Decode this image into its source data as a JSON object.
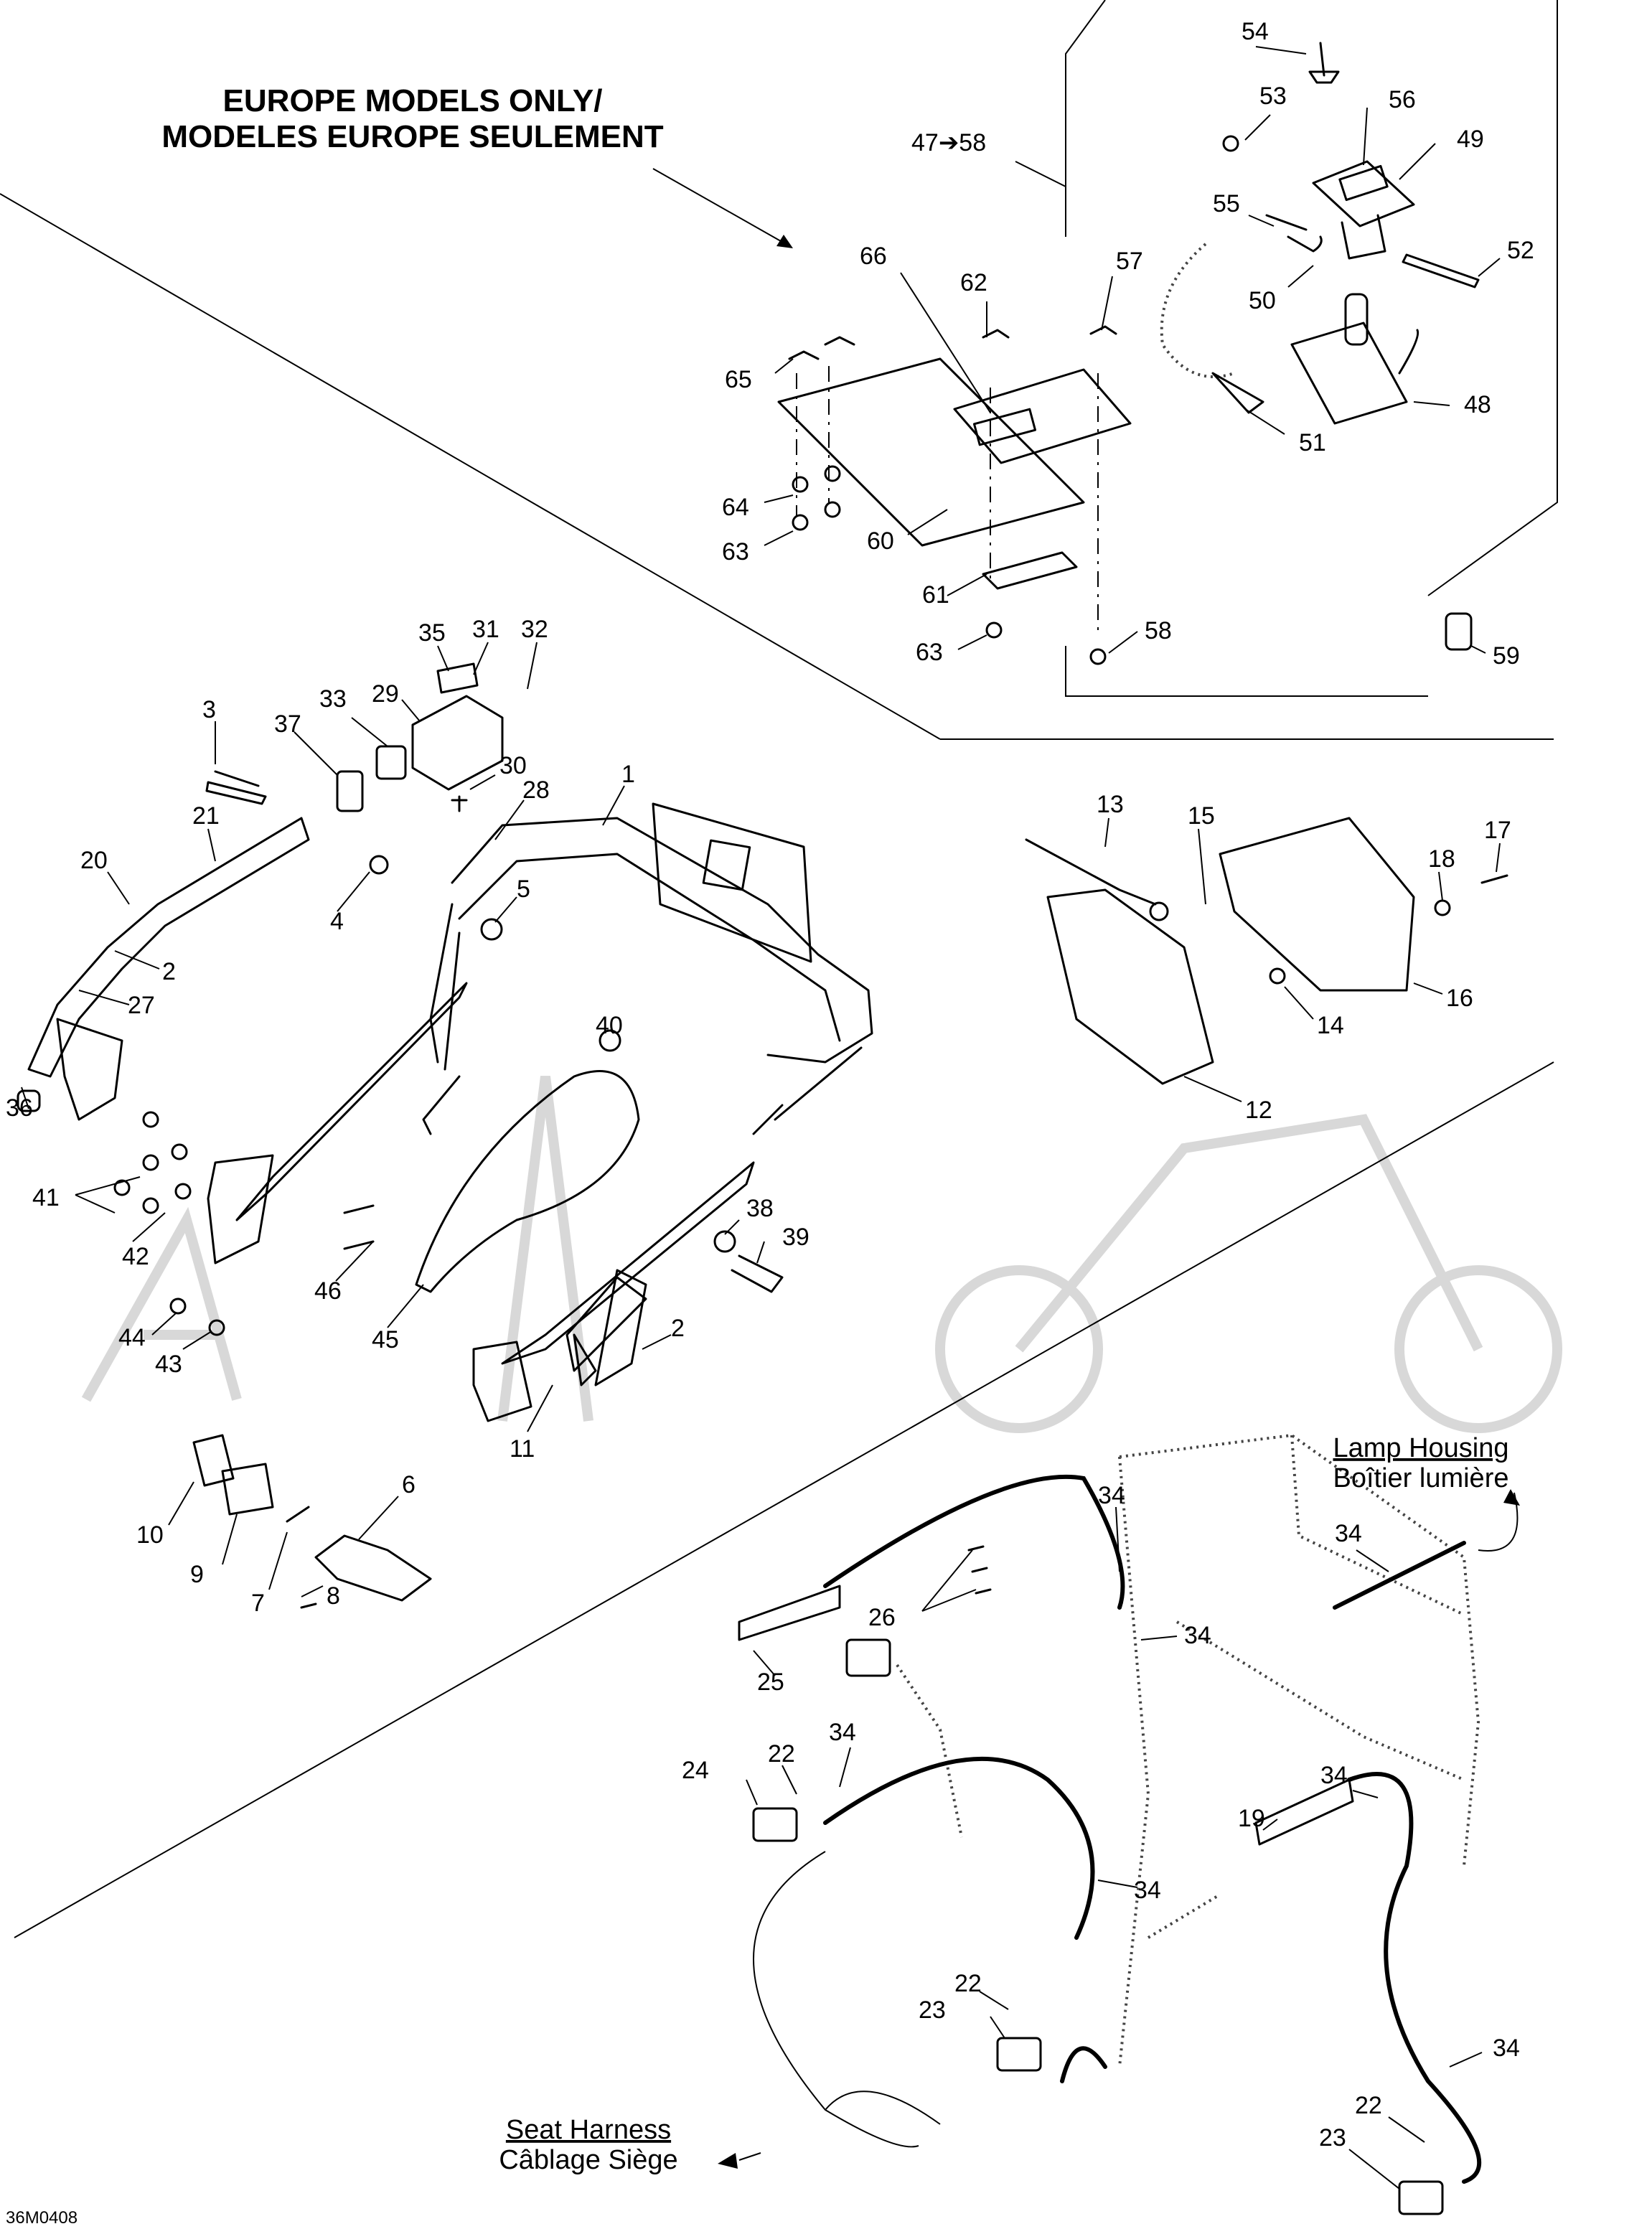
{
  "header": {
    "line1": "EUROPE MODELS ONLY/",
    "line2": "MODELES EUROPE SEULEMENT"
  },
  "inset_range_label": "47➔58",
  "captions": {
    "lamp_housing_en": "Lamp Housing",
    "lamp_housing_fr": "Boîtier lumière",
    "seat_harness_en": "Seat Harness",
    "seat_harness_fr": "Câblage Siège"
  },
  "doc_id": "36M0408",
  "callouts": [
    {
      "id": "c54",
      "label": "54"
    },
    {
      "id": "c53",
      "label": "53"
    },
    {
      "id": "c56",
      "label": "56"
    },
    {
      "id": "c49",
      "label": "49"
    },
    {
      "id": "c55",
      "label": "55"
    },
    {
      "id": "c52",
      "label": "52"
    },
    {
      "id": "c50",
      "label": "50"
    },
    {
      "id": "c66",
      "label": "66"
    },
    {
      "id": "c62",
      "label": "62"
    },
    {
      "id": "c57",
      "label": "57"
    },
    {
      "id": "c65",
      "label": "65"
    },
    {
      "id": "c48",
      "label": "48"
    },
    {
      "id": "c51",
      "label": "51"
    },
    {
      "id": "c64",
      "label": "64"
    },
    {
      "id": "c63a",
      "label": "63"
    },
    {
      "id": "c60",
      "label": "60"
    },
    {
      "id": "c61",
      "label": "61"
    },
    {
      "id": "c63b",
      "label": "63"
    },
    {
      "id": "c58",
      "label": "58"
    },
    {
      "id": "c59",
      "label": "59"
    },
    {
      "id": "c35",
      "label": "35"
    },
    {
      "id": "c31",
      "label": "31"
    },
    {
      "id": "c32",
      "label": "32"
    },
    {
      "id": "c3",
      "label": "3"
    },
    {
      "id": "c33",
      "label": "33"
    },
    {
      "id": "c29",
      "label": "29"
    },
    {
      "id": "c37",
      "label": "37"
    },
    {
      "id": "c30",
      "label": "30"
    },
    {
      "id": "c1",
      "label": "1"
    },
    {
      "id": "c21",
      "label": "21"
    },
    {
      "id": "c28",
      "label": "28"
    },
    {
      "id": "c20",
      "label": "20"
    },
    {
      "id": "c4",
      "label": "4"
    },
    {
      "id": "c5",
      "label": "5"
    },
    {
      "id": "c2a",
      "label": "2"
    },
    {
      "id": "c27",
      "label": "27"
    },
    {
      "id": "c40",
      "label": "40"
    },
    {
      "id": "c36",
      "label": "36"
    },
    {
      "id": "c41",
      "label": "41"
    },
    {
      "id": "c42",
      "label": "42"
    },
    {
      "id": "c38",
      "label": "38"
    },
    {
      "id": "c39",
      "label": "39"
    },
    {
      "id": "c46",
      "label": "46"
    },
    {
      "id": "c45",
      "label": "45"
    },
    {
      "id": "c44",
      "label": "44"
    },
    {
      "id": "c43",
      "label": "43"
    },
    {
      "id": "c2b",
      "label": "2"
    },
    {
      "id": "c11",
      "label": "11"
    },
    {
      "id": "c13",
      "label": "13"
    },
    {
      "id": "c15",
      "label": "15"
    },
    {
      "id": "c17",
      "label": "17"
    },
    {
      "id": "c18",
      "label": "18"
    },
    {
      "id": "c16",
      "label": "16"
    },
    {
      "id": "c14",
      "label": "14"
    },
    {
      "id": "c12",
      "label": "12"
    },
    {
      "id": "c10",
      "label": "10"
    },
    {
      "id": "c9",
      "label": "9"
    },
    {
      "id": "c6",
      "label": "6"
    },
    {
      "id": "c7",
      "label": "7"
    },
    {
      "id": "c8",
      "label": "8"
    },
    {
      "id": "c34a",
      "label": "34"
    },
    {
      "id": "c34b",
      "label": "34"
    },
    {
      "id": "c26",
      "label": "26"
    },
    {
      "id": "c34c",
      "label": "34"
    },
    {
      "id": "c25",
      "label": "25"
    },
    {
      "id": "c22a",
      "label": "22"
    },
    {
      "id": "c34d",
      "label": "34"
    },
    {
      "id": "c24",
      "label": "24"
    },
    {
      "id": "c34e",
      "label": "34"
    },
    {
      "id": "c19",
      "label": "19"
    },
    {
      "id": "c34f",
      "label": "34"
    },
    {
      "id": "c22b",
      "label": "22"
    },
    {
      "id": "c23a",
      "label": "23"
    },
    {
      "id": "c34g",
      "label": "34"
    },
    {
      "id": "c22c",
      "label": "22"
    },
    {
      "id": "c23b",
      "label": "23"
    }
  ]
}
